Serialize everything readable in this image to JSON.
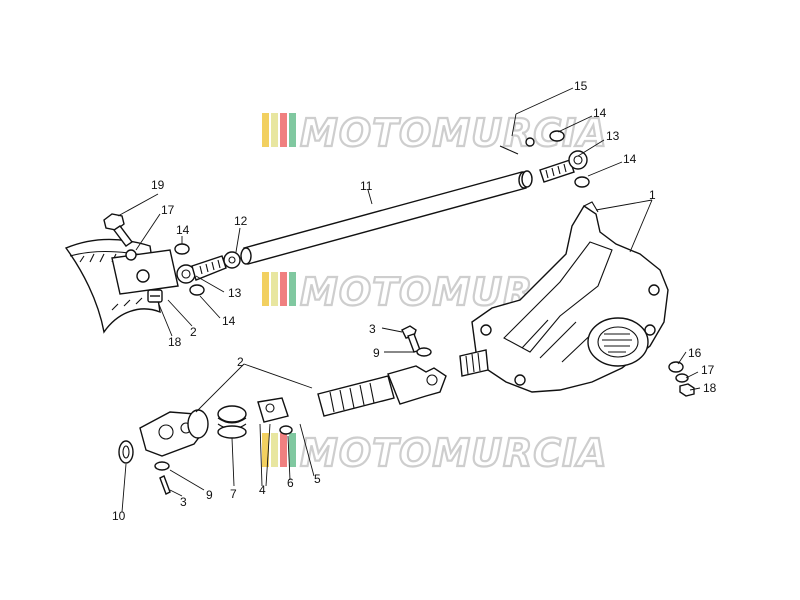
{
  "watermark": {
    "text": "MOTOMURCIA",
    "stripe_colors": [
      "#f2d060",
      "#e8e6a0",
      "#f08080",
      "#80c8a0"
    ]
  },
  "callouts": [
    {
      "id": "c15",
      "text": "15"
    },
    {
      "id": "c14a",
      "text": "14"
    },
    {
      "id": "c13a",
      "text": "13"
    },
    {
      "id": "c14b",
      "text": "14"
    },
    {
      "id": "c1",
      "text": "1"
    },
    {
      "id": "c11",
      "text": "11"
    },
    {
      "id": "c19",
      "text": "19"
    },
    {
      "id": "c17a",
      "text": "17"
    },
    {
      "id": "c12",
      "text": "12"
    },
    {
      "id": "c14c",
      "text": "14"
    },
    {
      "id": "c13b",
      "text": "13"
    },
    {
      "id": "c2a",
      "text": "2"
    },
    {
      "id": "c14d",
      "text": "14"
    },
    {
      "id": "c18a",
      "text": "18"
    },
    {
      "id": "c3a",
      "text": "3"
    },
    {
      "id": "c9a",
      "text": "9"
    },
    {
      "id": "c16",
      "text": "16"
    },
    {
      "id": "c17b",
      "text": "17"
    },
    {
      "id": "c18b",
      "text": "18"
    },
    {
      "id": "c2b",
      "text": "2"
    },
    {
      "id": "c7",
      "text": "7"
    },
    {
      "id": "c4",
      "text": "4"
    },
    {
      "id": "c6",
      "text": "6"
    },
    {
      "id": "c5",
      "text": "5"
    },
    {
      "id": "c9b",
      "text": "9"
    },
    {
      "id": "c3b",
      "text": "3"
    },
    {
      "id": "c10",
      "text": "10"
    }
  ]
}
